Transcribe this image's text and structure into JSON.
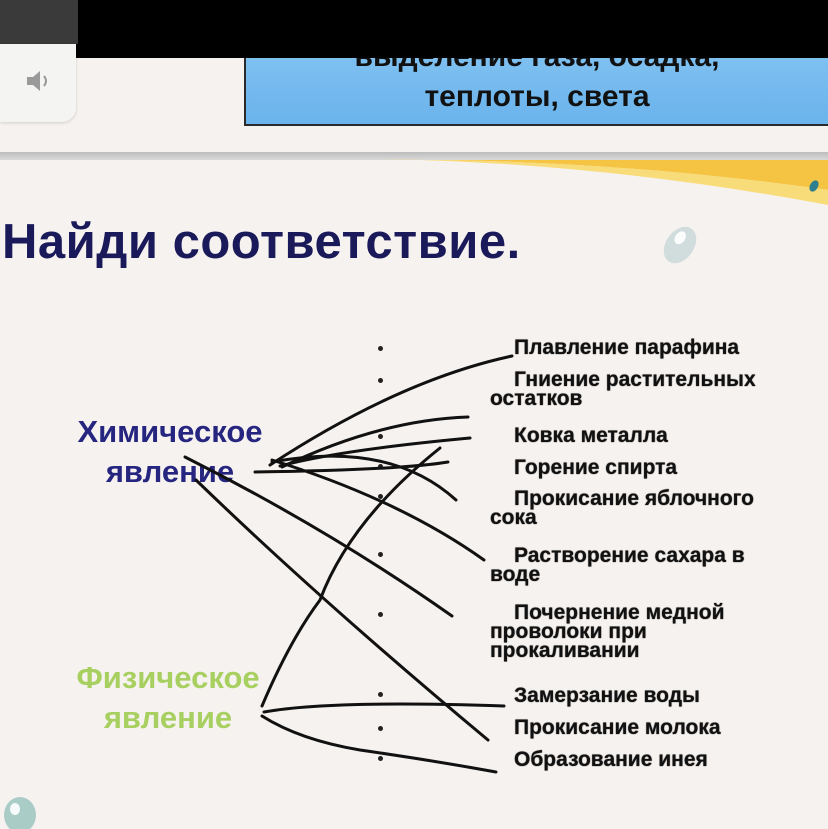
{
  "header": {
    "line1": "выделение газа, осадка,",
    "line2": "теплоты, света"
  },
  "sound_button": {
    "icon": "speaker-icon"
  },
  "title": "Найди соответствие.",
  "left_labels": {
    "chemical_line1": "Химическое",
    "chemical_line2": "явление",
    "physical_line1": "Физическое",
    "physical_line2": "явление"
  },
  "items": [
    {
      "line1": "Плавление парафина",
      "line2": ""
    },
    {
      "line1": "Гниение растительных",
      "line2": "остатков"
    },
    {
      "line1": "Ковка металла",
      "line2": ""
    },
    {
      "line1": "Горение спирта",
      "line2": ""
    },
    {
      "line1": "Прокисание яблочного",
      "line2": "сока"
    },
    {
      "line1": "Растворение сахара в",
      "line2": "воде"
    },
    {
      "line1": "Почернение медной",
      "line2": "проволоки при",
      "line3": "прокаливании"
    },
    {
      "line1": "Замерзание воды",
      "line2": ""
    },
    {
      "line1": "Прокисание молока",
      "line2": ""
    },
    {
      "line1": "Образование инея",
      "line2": ""
    }
  ],
  "colors": {
    "chemical": "#262680",
    "physical": "#a8d060",
    "header_bg": "#7ec0f0",
    "swoosh": "#f6c443"
  }
}
